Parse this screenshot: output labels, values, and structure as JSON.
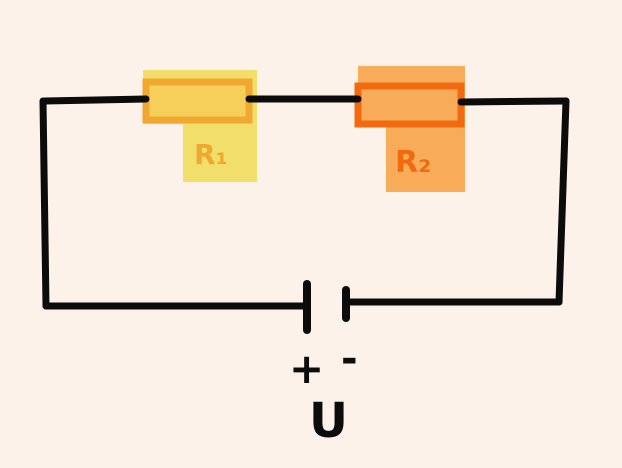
{
  "diagram": {
    "resistors": [
      {
        "label": "R₁",
        "fill": "#f2de6a",
        "stroke": "#f0a830",
        "body_fill": "#f5cf5a"
      },
      {
        "label": "R₂",
        "fill": "#f8ac5a",
        "stroke": "#f26a10",
        "body_fill": "#f8ac5a"
      }
    ],
    "source": {
      "plus": "+",
      "minus": "-",
      "label": "U"
    },
    "wire_color": "#0c0c0c",
    "background": "#fcf2ea"
  }
}
